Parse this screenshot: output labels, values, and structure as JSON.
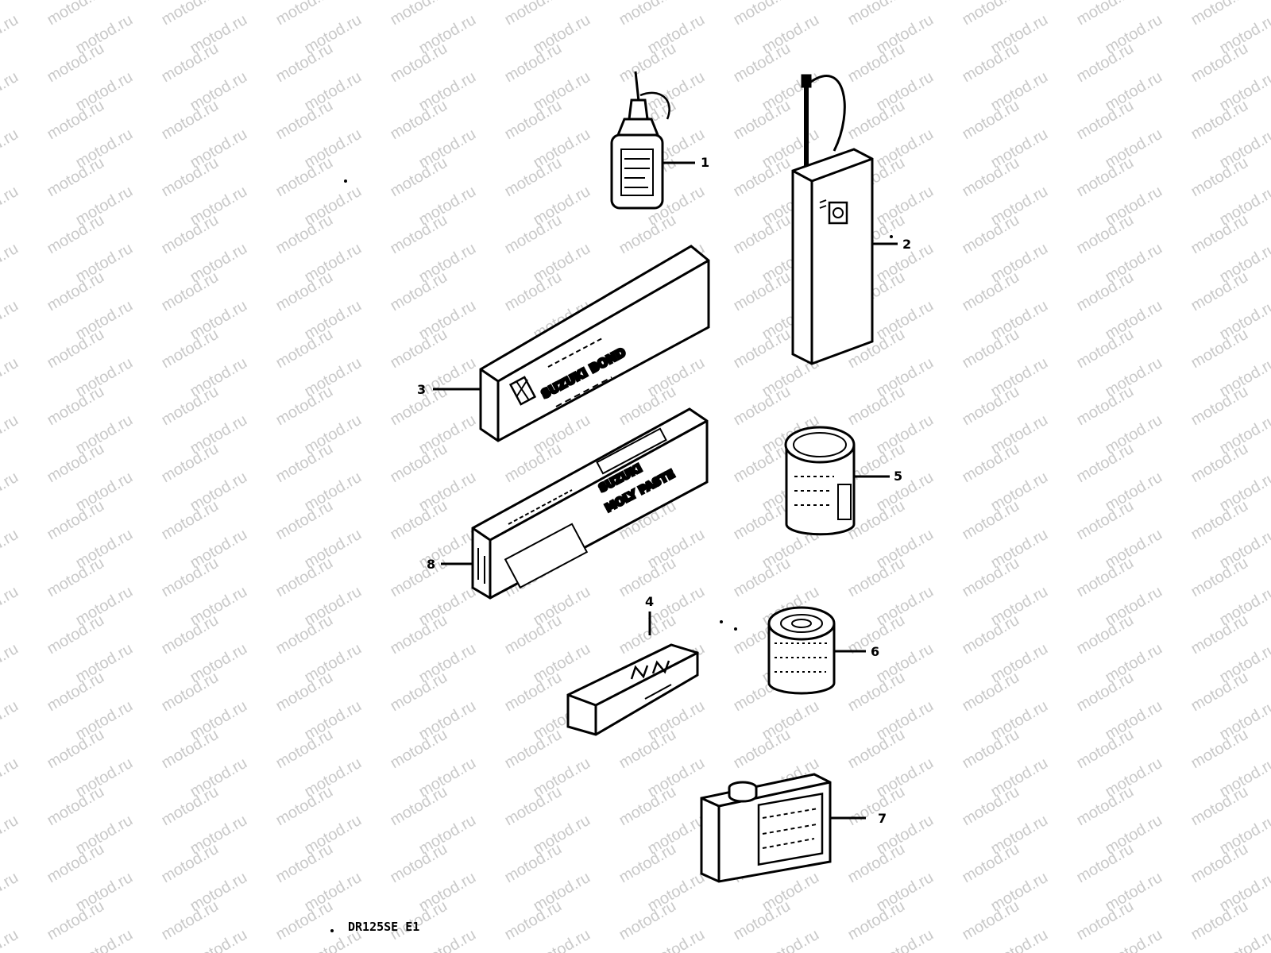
{
  "watermark": "motod.ru",
  "diagram_code": "DR125SE E1",
  "colors": {
    "ink": "#000000",
    "paper": "#ffffff",
    "watermark": "#c9c9c9"
  },
  "callouts": {
    "c1": "1",
    "c2": "2",
    "c3": "3",
    "c4": "4",
    "c5": "5",
    "c6": "6",
    "c7": "7",
    "c8": "8"
  },
  "packages": {
    "bond_brand": "SUZUKI BOND",
    "paste_brand_1": "SUZUKI",
    "paste_brand_2": "MOLY PASTE"
  }
}
